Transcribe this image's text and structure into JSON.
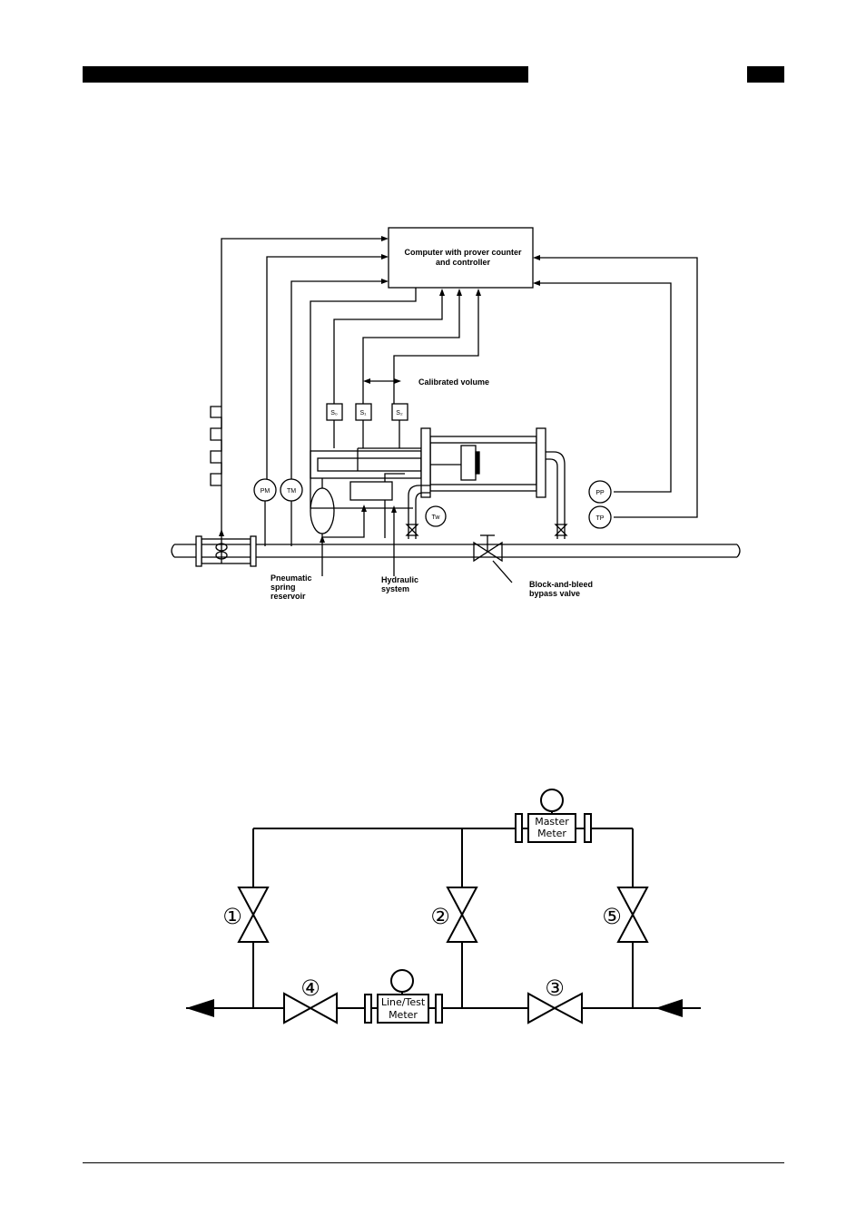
{
  "prover_diagram": {
    "computer_label_line1": "Computer with prover counter",
    "computer_label_line2": "and controller",
    "calibrated_volume": "Calibrated volume",
    "sensor_s0": "S₀",
    "sensor_s1": "S₁",
    "sensor_s2": "S₂",
    "pm": "PM",
    "tm": "TM",
    "tw": "Tw",
    "pp": "PP",
    "tp": "TP",
    "pneumatic_line1": "Pneumatic",
    "pneumatic_line2": "spring",
    "pneumatic_line3": "reservoir",
    "hydraulic_line1": "Hydraulic",
    "hydraulic_line2": "system",
    "bypass_line1": "Block-and-bleed",
    "bypass_line2": "bypass valve"
  },
  "master_meter_diagram": {
    "master_meter_line1": "Master",
    "master_meter_line2": "Meter",
    "test_meter_line1": "Line/Test",
    "test_meter_line2": "Meter",
    "valve_1": "①",
    "valve_2": "②",
    "valve_3": "③",
    "valve_4": "④",
    "valve_5": "⑤"
  }
}
